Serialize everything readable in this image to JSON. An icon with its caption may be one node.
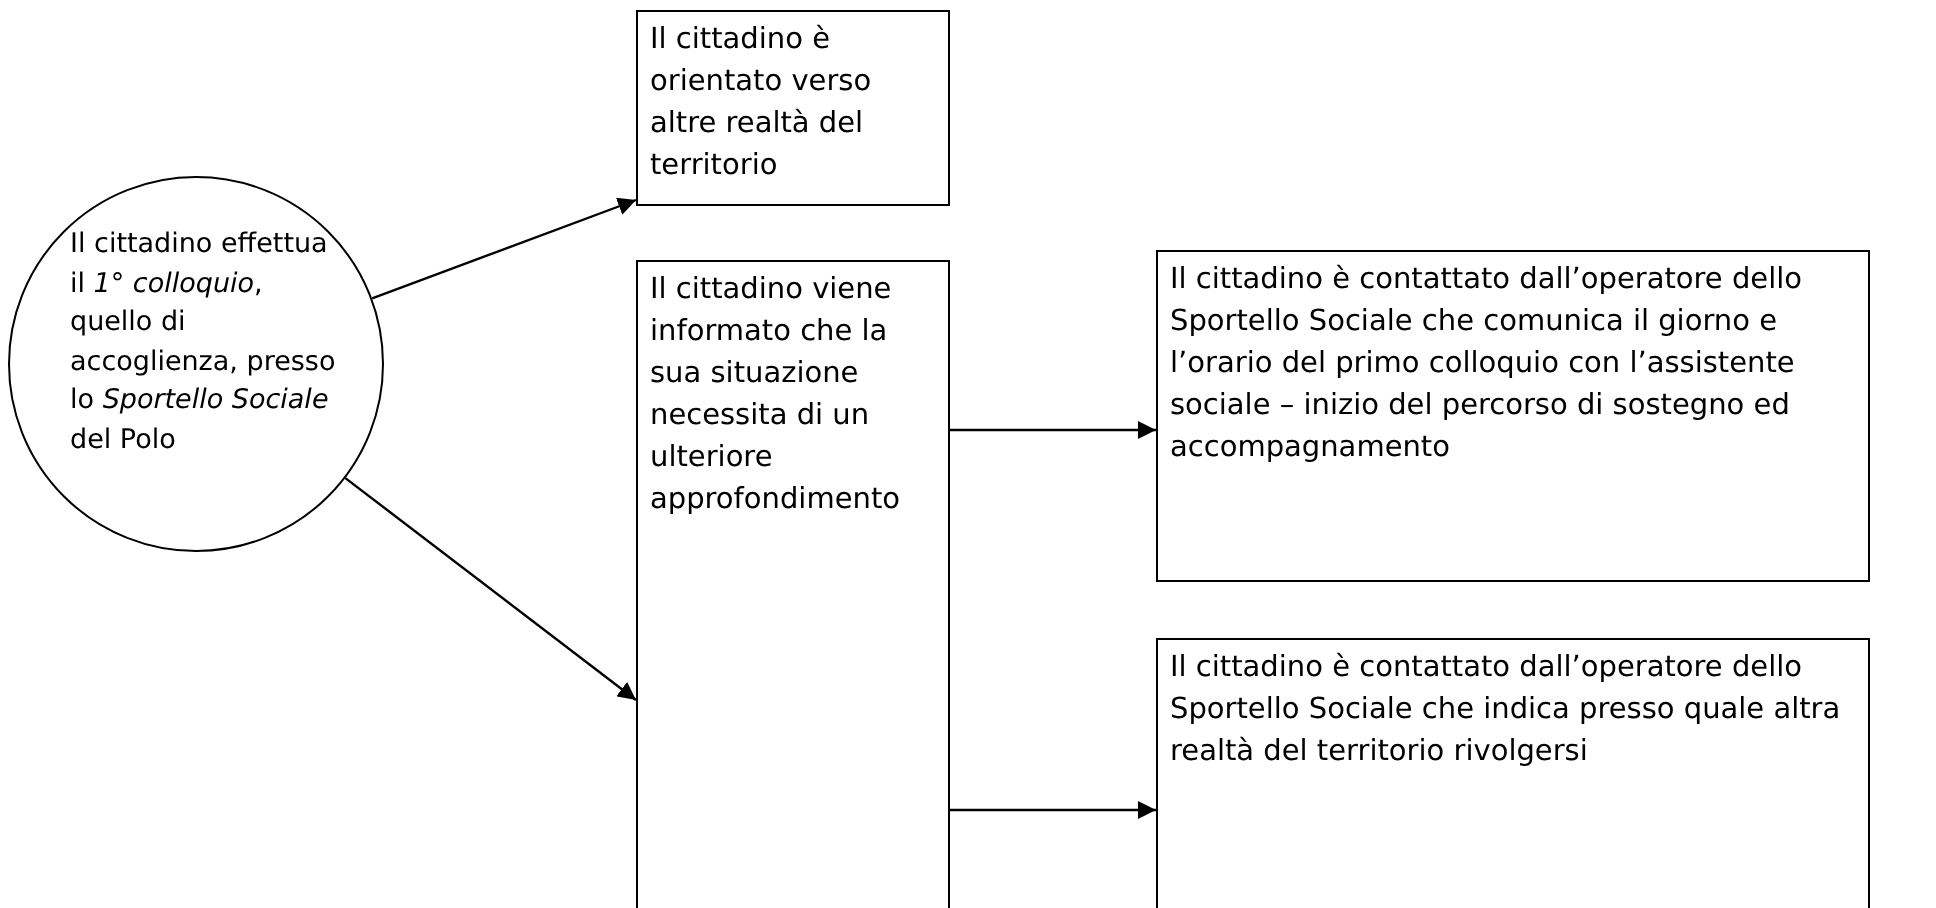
{
  "diagram": {
    "nodes": [
      {
        "text": [
          "Il cittadino effettua il *1° colloquio*, quello di accoglienza, presso lo *Sportello Sociale* del Polo"
        ]
      },
      {
        "text": [
          "Il cittadino è orientato verso altre realtà del territorio"
        ]
      },
      {
        "text": [
          "Il cittadino viene informato che la sua situazione necessita di un ulteriore approfondimento"
        ]
      },
      {
        "text": [
          "Il cittadino è contattato dall’operatore dello Sportello Sociale che comunica il giorno e l’orario del primo colloquio con l’assistente sociale – inizio del percorso di sostegno ed accompagnamento"
        ]
      },
      {
        "text": [
          "Il cittadino è contattato dall’operatore dello Sportello Sociale che indica presso quale altra realtà del territorio rivolgersi"
        ]
      }
    ],
    "edges": [
      {
        "from": 0,
        "to": 1,
        "arrow": "to"
      },
      {
        "from": 0,
        "to": 2,
        "arrow": "to"
      },
      {
        "from": 2,
        "to": 3,
        "arrow": "to"
      },
      {
        "from": 2,
        "to": 4,
        "arrow": "to"
      }
    ]
  }
}
